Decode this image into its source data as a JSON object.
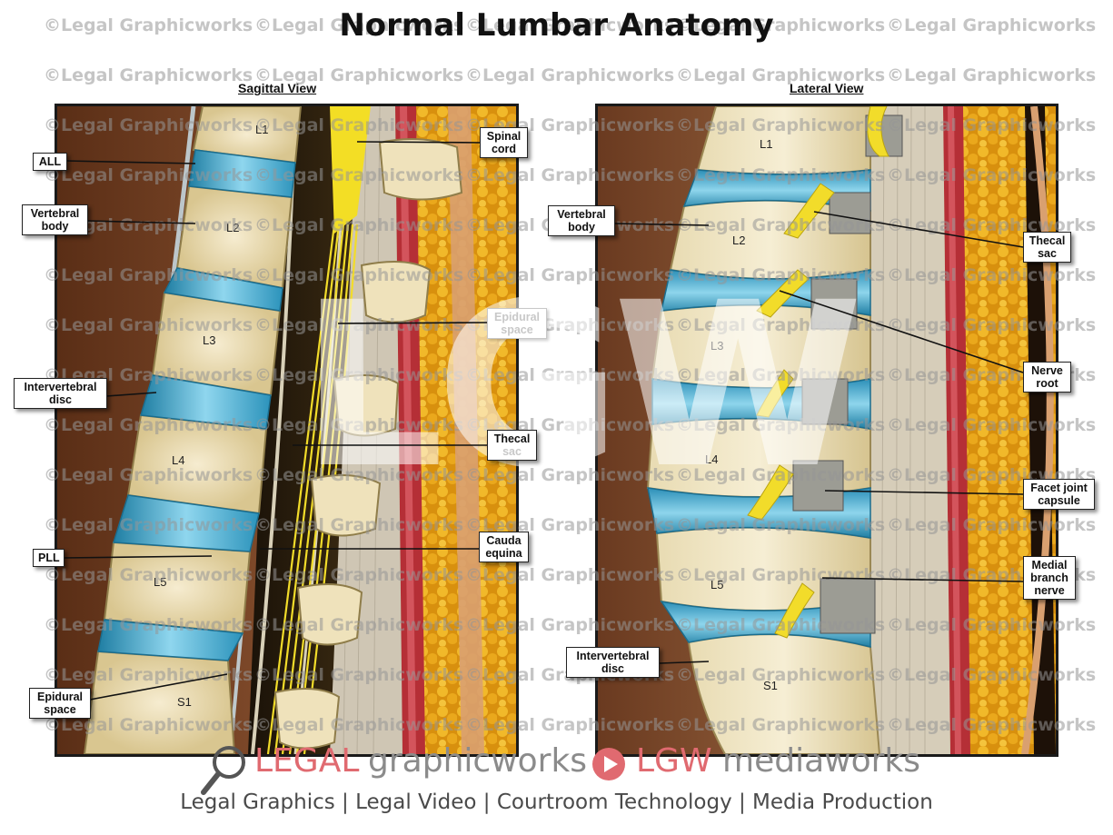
{
  "title": "Normal Lumbar Anatomy",
  "sagittal": {
    "heading": "Sagittal View",
    "vertebrae": [
      "L1",
      "L2",
      "L3",
      "L4",
      "L5",
      "S1"
    ],
    "labels": {
      "all": "ALL",
      "vertebral_body_1": "Vertebral",
      "vertebral_body_2": "body",
      "intervertebral_disc_1": "Intervertebral",
      "intervertebral_disc_2": "disc",
      "pll": "PLL",
      "epidural_space_1": "Epidural",
      "epidural_space_2": "space",
      "spinal_cord_1": "Spinal",
      "spinal_cord_2": "cord",
      "epidural_space_r_1": "Epidural",
      "epidural_space_r_2": "space",
      "thecal_sac_1": "Thecal",
      "thecal_sac_2": "sac",
      "cauda_equina_1": "Cauda",
      "cauda_equina_2": "equina"
    }
  },
  "lateral": {
    "heading": "Lateral View",
    "vertebrae": [
      "L1",
      "L2",
      "L3",
      "L4",
      "L5",
      "S1"
    ],
    "labels": {
      "vertebral_body_1": "Vertebral",
      "vertebral_body_2": "body",
      "intervertebral_disc_1": "Intervertebral",
      "intervertebral_disc_2": "disc",
      "thecal_sac_1": "Thecal",
      "thecal_sac_2": "sac",
      "nerve_root_1": "Nerve",
      "nerve_root_2": "root",
      "facet_joint_1": "Facet joint",
      "facet_joint_2": "capsule",
      "medial_branch_1": "Medial",
      "medial_branch_2": "branch",
      "medial_branch_3": "nerve"
    }
  },
  "watermark_text": "©Legal Graphicworks",
  "center_mark": "LGW",
  "brand": {
    "legal": "LEGAL",
    "graphicworks": "graphicworks",
    "lgw": "LGW",
    "mediaworks": "mediaworks"
  },
  "tagline": "Legal Graphics | Legal Video | Courtroom Technology | Media Production",
  "colors": {
    "disc": "#3fb1d6",
    "bone": "#efe3bf",
    "nerve": "#f2dc2a",
    "muscle": "#c23b3b",
    "fat": "#e8a51a",
    "background_tissue": "#6b3a1e"
  }
}
